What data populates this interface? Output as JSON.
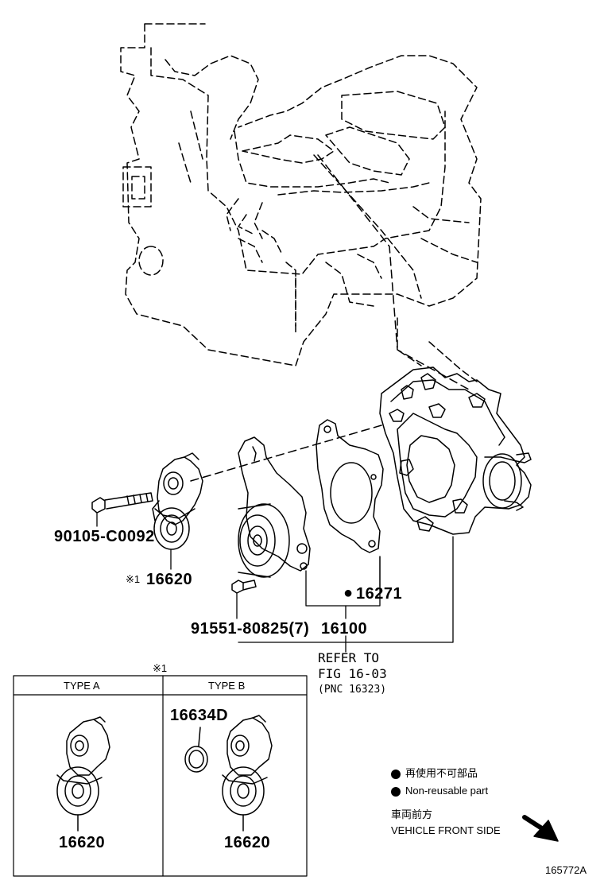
{
  "parts": {
    "bolt_90105": "90105-C0092",
    "tensioner_16620_note": "※1",
    "tensioner_16620": "16620",
    "gasket_16271_marker": "●",
    "gasket_16271": "16271",
    "bolt_91551": "91551-80825(7)",
    "pump_16100": "16100",
    "refer_line1": "REFER TO",
    "refer_line2": "FIG 16-03",
    "refer_line3": "(PNC 16323)"
  },
  "type_table": {
    "note": "※1",
    "type_a_header": "TYPE A",
    "type_b_header": "TYPE B",
    "type_a_part": "16620",
    "type_b_part": "16620",
    "type_b_seal": "16634D"
  },
  "legend": {
    "nonreusable_jp": "再使用不可部品",
    "nonreusable_en": "Non-reusable part",
    "front_jp": "車両前方",
    "front_en": "VEHICLE FRONT SIDE"
  },
  "figure_id": "165772A"
}
